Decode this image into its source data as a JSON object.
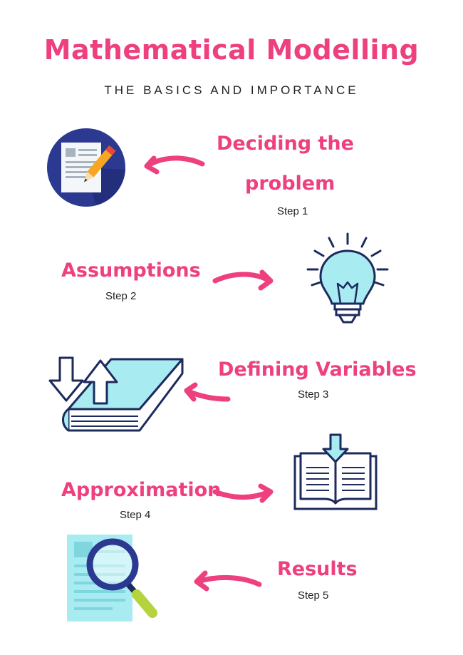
{
  "header": {
    "title": "Mathematical Modelling",
    "subtitle": "THE BASICS AND IMPORTANCE"
  },
  "steps": [
    {
      "title_line1": "Deciding the",
      "title_line2": "problem",
      "label": "Step 1",
      "icon": "document-pencil-icon"
    },
    {
      "title": "Assumptions",
      "label": "Step 2",
      "icon": "lightbulb-icon"
    },
    {
      "title": "Defining Variables",
      "label": "Step 3",
      "icon": "book-arrows-icon"
    },
    {
      "title": "Approximation",
      "label": "Step 4",
      "icon": "open-book-arrow-icon"
    },
    {
      "title": "Results",
      "label": "Step 5",
      "icon": "magnifier-document-icon"
    }
  ],
  "colors": {
    "accent": "#ee3f7e",
    "icon_fill": "#a8ecf2",
    "icon_stroke": "#1d2a5e",
    "circle": "#2b3991",
    "pencil": "#f6a623"
  }
}
